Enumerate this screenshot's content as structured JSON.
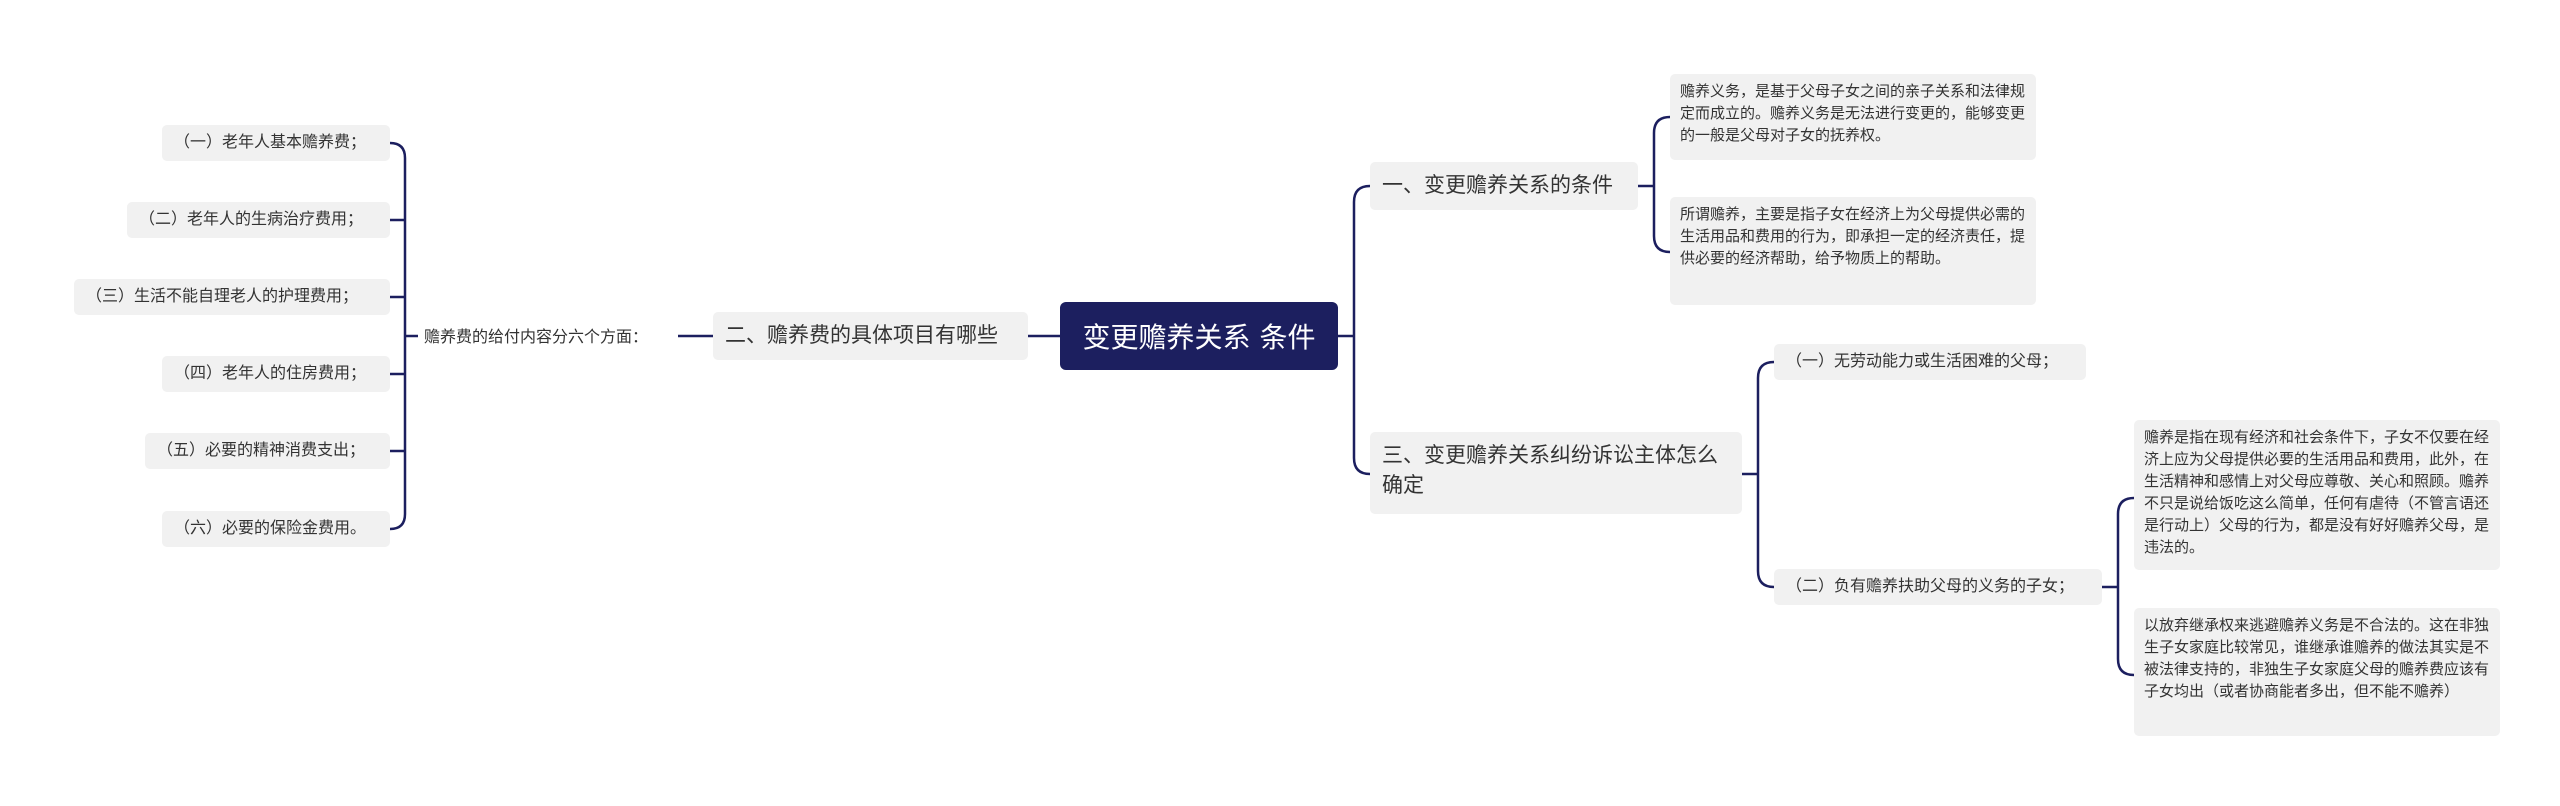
{
  "root": {
    "label": "变更赡养关系 条件"
  },
  "left": {
    "branch_title": "二、赡养费的具体项目有哪些",
    "intro": "赡养费的给付内容分六个方面：",
    "items": [
      "（一）老年人基本赡养费；",
      "（二）老年人的生病治疗费用；",
      "（三）生活不能自理老人的护理费用；",
      "（四）老年人的住房费用；",
      "（五）必要的精神消费支出；",
      "（六）必要的保险金费用。"
    ]
  },
  "right": {
    "branch1": {
      "title": "一、变更赡养关系的条件",
      "notes": [
        "赡养义务，是基于父母子女之间的亲子关系和法律规定而成立的。赡养义务是无法进行变更的，能够变更的一般是父母对子女的抚养权。",
        "所谓赡养，主要是指子女在经济上为父母提供必需的生活用品和费用的行为，即承担一定的经济责任，提供必要的经济帮助，给予物质上的帮助。"
      ]
    },
    "branch2": {
      "title": "三、变更赡养关系纠纷诉讼主体怎么确定",
      "sub1": "（一）无劳动能力或生活困难的父母；",
      "sub2": "（二）负有赡养扶助父母的义务的子女；",
      "sub2_notes": [
        "赡养是指在现有经济和社会条件下，子女不仅要在经济上应为父母提供必要的生活用品和费用，此外，在生活精神和感情上对父母应尊敬、关心和照顾。赡养不只是说给饭吃这么简单，任何有虐待（不管言语还是行动上）父母的行为，都是没有好好赡养父母，是违法的。",
        "以放弃继承权来逃避赡养义务是不合法的。这在非独生子女家庭比较常见，谁继承谁赡养的做法其实是不被法律支持的，非独生子女家庭父母的赡养费应该有子女均出（或者协商能者多出，但不能不赡养）"
      ]
    }
  },
  "colors": {
    "line": "#1c1f5f",
    "root_bg": "#1c1f5f",
    "node_bg": "#f1f1f1"
  }
}
